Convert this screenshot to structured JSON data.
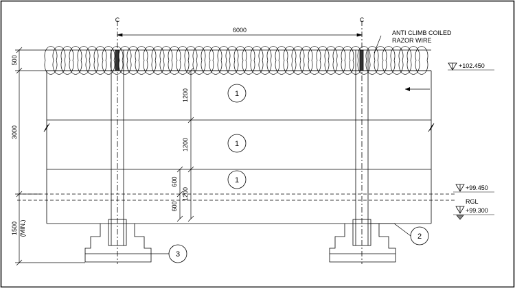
{
  "dimensions": {
    "post_spacing": "6000",
    "razor_height": "500",
    "fence_height": "3000",
    "foundation_depth": "1500",
    "foundation_min": "(MIN.)",
    "panel_1": "1200",
    "panel_2": "1200",
    "panel_3": "1200",
    "sub_600_upper": "600",
    "sub_600_lower": "600"
  },
  "labels": {
    "centerline_left": "C",
    "centerline_right": "C",
    "razor_wire_line1": "ANTI CLIMB COILED",
    "razor_wire_line2": "RAZOR WIRE",
    "rgl": "RGL"
  },
  "levels": {
    "top": "+102.450",
    "mid": "+99.450",
    "ground": "+99.300"
  },
  "tags": {
    "panel_top": "1",
    "panel_mid": "1",
    "panel_low": "1",
    "post": "2",
    "footing": "3"
  }
}
